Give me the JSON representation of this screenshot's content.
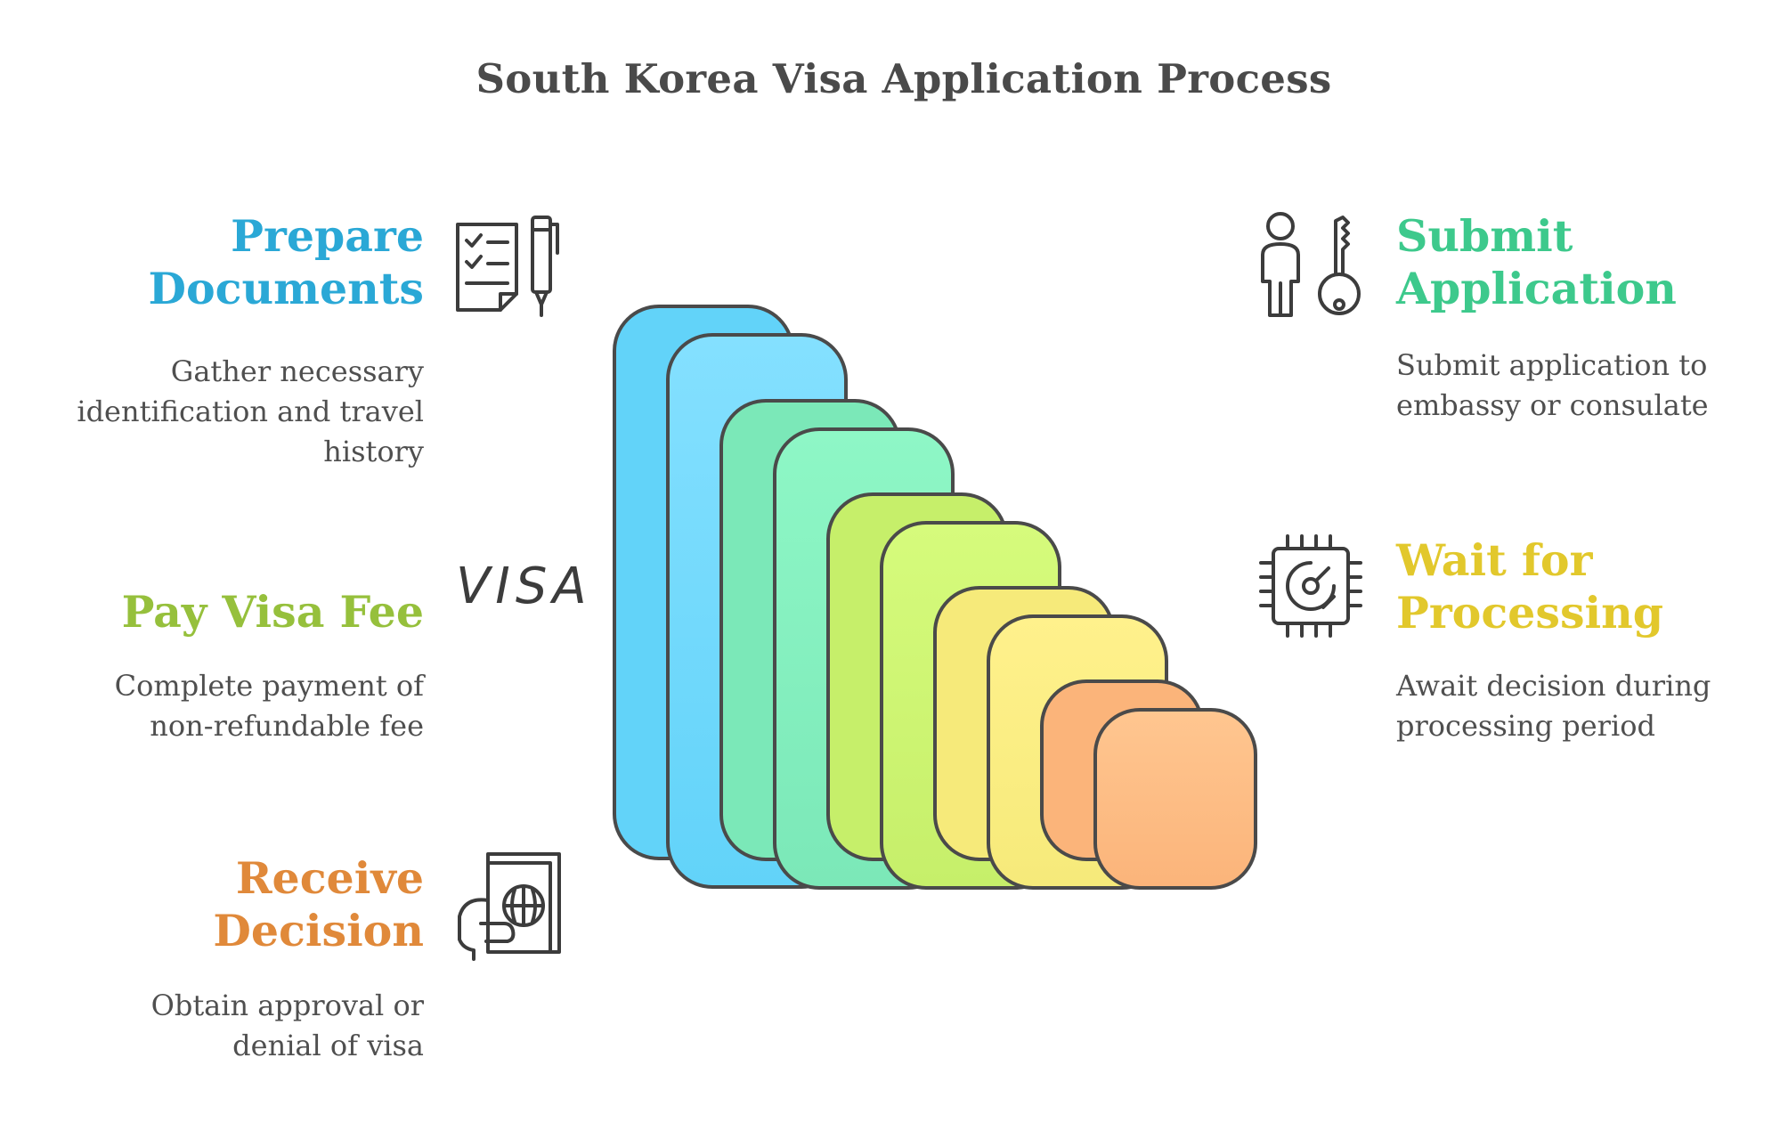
{
  "title": "South Korea Visa Application Process",
  "steps": [
    {
      "title_line1": "Prepare",
      "title_line2": "Documents",
      "description_lines": [
        "Gather necessary",
        "identification and travel",
        "history"
      ],
      "color": "#2aa8d6",
      "icon": "checklist-pen-icon"
    },
    {
      "title_line1": "Submit",
      "title_line2": "Application",
      "description_lines": [
        "Submit application to",
        "embassy or consulate"
      ],
      "color": "#3dc98c",
      "icon": "person-key-icon"
    },
    {
      "title_line1": "Pay Visa Fee",
      "description_lines": [
        "Complete payment of",
        "non-refundable fee"
      ],
      "color": "#96c03c",
      "icon": "visa-card-icon",
      "icon_text": "VISA"
    },
    {
      "title_line1": "Wait for",
      "title_line2": "Processing",
      "description_lines": [
        "Await decision during",
        "processing period"
      ],
      "color": "#e2c82c",
      "icon": "processor-chip-icon"
    },
    {
      "title_line1": "Receive",
      "title_line2": "Decision",
      "description_lines": [
        "Obtain approval or",
        "denial of visa"
      ],
      "color": "#e0893a",
      "icon": "passport-hand-icon"
    }
  ],
  "stack_colors": {
    "blue": [
      "#62d3f9",
      "#84e0ff"
    ],
    "teal": [
      "#7be8b8",
      "#8ef7c6"
    ],
    "lime": [
      "#c6ef6a",
      "#d6fb7c"
    ],
    "yellow": [
      "#f6ea7a",
      "#fff18c"
    ],
    "orange": [
      "#fbb47a",
      "#ffc690"
    ],
    "outline": "#4a4a4a"
  }
}
